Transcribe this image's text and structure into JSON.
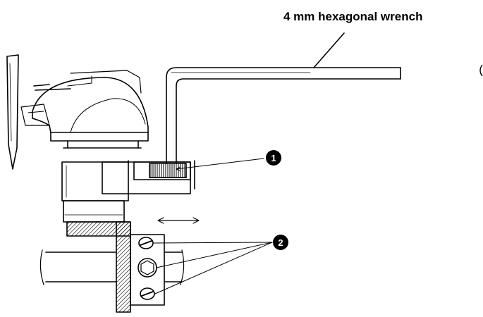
{
  "labels": {
    "wrench": "4 mm hexagonal wrench",
    "callout_1": "1",
    "callout_2": "2"
  },
  "colors": {
    "line": "#000000",
    "background": "#ffffff"
  }
}
